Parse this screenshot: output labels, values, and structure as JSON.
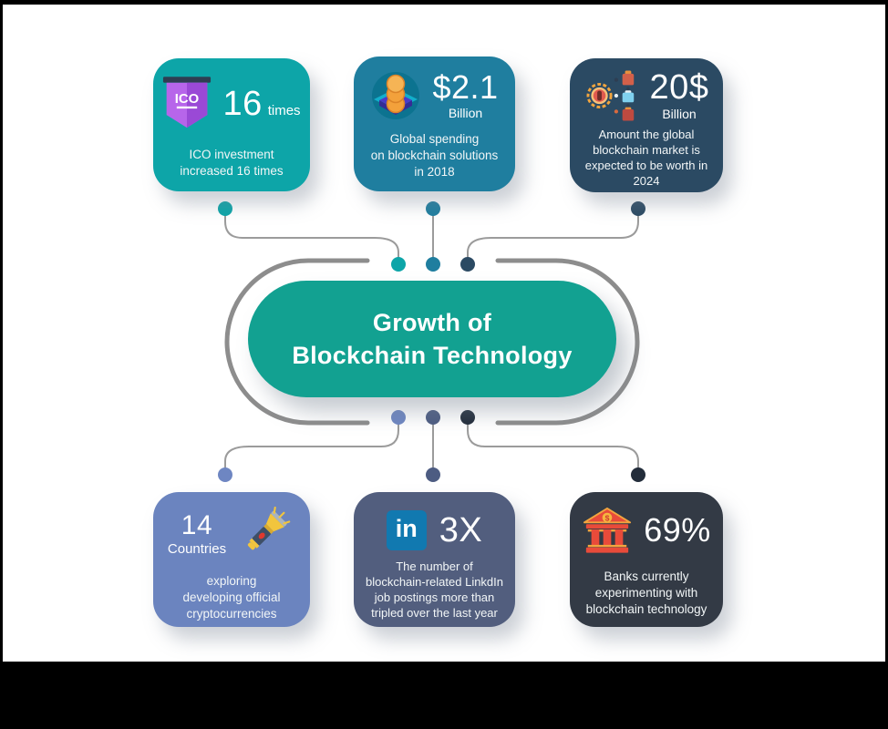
{
  "colors": {
    "frame": "#000000",
    "canvas": "#ffffff",
    "outline": "#8d8d8d",
    "connector": "#9b9b9b",
    "pill": "#12a191"
  },
  "center": {
    "title_line1": "Growth of",
    "title_line2": "Blockchain Technology"
  },
  "cards": [
    {
      "name": "ico-investment",
      "bg": "#0da5a8",
      "dot": "#0da5a8",
      "stat": "16",
      "suffix": "times",
      "caption": "ICO investment\nincreased 16 times"
    },
    {
      "name": "global-spending",
      "bg": "#1f7e9f",
      "dot": "#1f7e9f",
      "stat": "$2.1",
      "sub": "Billion",
      "caption": "Global spending\non blockchain solutions\nin 2018"
    },
    {
      "name": "market-worth",
      "bg": "#2b4a63",
      "dot": "#2b4a63",
      "stat": "20$",
      "sub": "Billion",
      "caption": "Amount the global\nblockchain market is\nexpected to be worth in\n2024"
    },
    {
      "name": "countries-cryptocurrencies",
      "bg": "#6b84bf",
      "dot": "#6e86c2",
      "stat": "14",
      "sub": "Countries",
      "caption": "exploring\ndeveloping official\ncryptocurrencies"
    },
    {
      "name": "linkedin-postings",
      "bg": "#525e7e",
      "dot": "#4d5c82",
      "stat": "3X",
      "caption": "The number of\nblockchain-related LinkdIn\njob postings more than\ntripled over the last year"
    },
    {
      "name": "banks-experimenting",
      "bg": "#333a45",
      "dot": "#232d3b",
      "stat": "69%",
      "caption": "Banks currently\nexperimenting with\nblockchain technology"
    }
  ],
  "icons": {
    "ico_label": "ICO",
    "linkedin_label": "in",
    "bank_dollar": "$"
  }
}
